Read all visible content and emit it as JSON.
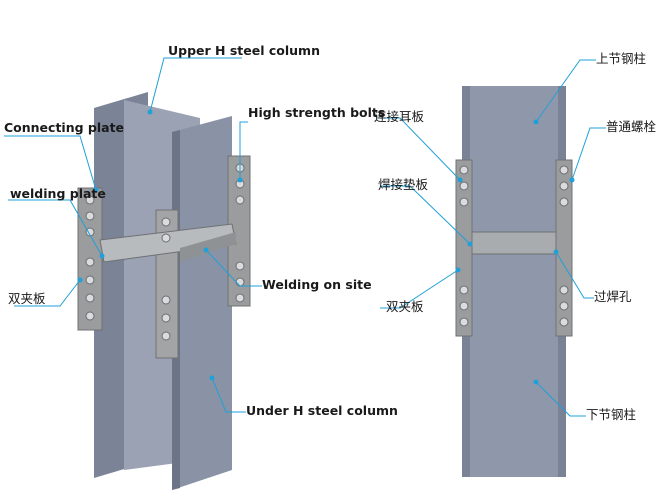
{
  "colors": {
    "steel_face": "#8a93a6",
    "steel_light": "#aab2c3",
    "steel_dark": "#6c7486",
    "plate": "#9a9c9e",
    "plate_dark": "#7a7c7e",
    "bolt": "#d9dbdd",
    "leader": "#1fa0d8",
    "dot": "#1fa0d8"
  },
  "left_figure": {
    "labels": {
      "upper_column": "Upper H steel column",
      "high_strength_bolts": "High strength bolts",
      "connecting_plate": "Connecting plate",
      "welding_plate": "welding plate",
      "double_clamp": "双夹板",
      "welding_on_site": "Welding on site",
      "under_column": "Under H steel column"
    }
  },
  "right_figure": {
    "labels": {
      "upper_section": "上节钢柱",
      "connecting_ear_plate": "连接耳板",
      "ordinary_bolt": "普通螺栓",
      "welding_backing_plate": "焊接垫板",
      "double_clamp": "双夹板",
      "weld_access_hole": "过焊孔",
      "lower_section": "下节钢柱"
    }
  }
}
